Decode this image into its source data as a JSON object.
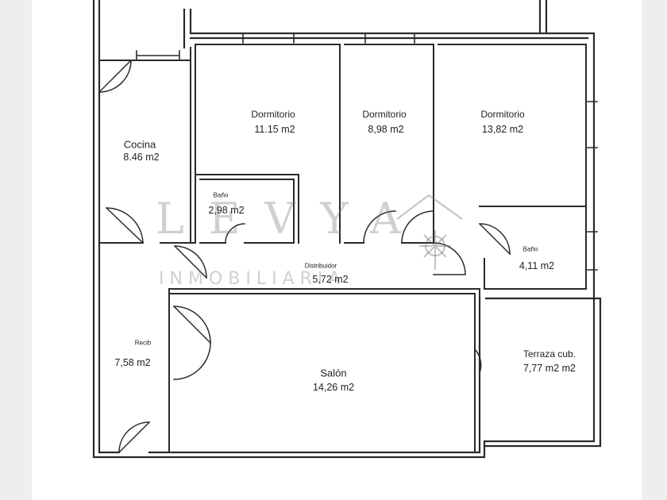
{
  "plan": {
    "rooms": [
      {
        "id": "cocina",
        "name": "Cocina",
        "area": "8.46 m2"
      },
      {
        "id": "dormitorio1",
        "name": "Dormitorio",
        "area": "11.15 m2"
      },
      {
        "id": "dormitorio2",
        "name": "Dormitorio",
        "area": "8,98 m2"
      },
      {
        "id": "dormitorio3",
        "name": "Dormitorio",
        "area": "13,82 m2"
      },
      {
        "id": "bano1",
        "name": "Baño",
        "area": "2,98 m2"
      },
      {
        "id": "bano2",
        "name": "Baño",
        "area": "4,11 m2"
      },
      {
        "id": "distribuidor",
        "name": "Distribuidor",
        "area": "5,72 m2"
      },
      {
        "id": "recib",
        "name": "Recib",
        "area": "7,58 m2"
      },
      {
        "id": "salon",
        "name": "Salón",
        "area": "14,26 m2"
      },
      {
        "id": "terraza",
        "name": "Terraza cub.",
        "area": "7,77 m2 m2"
      }
    ]
  },
  "watermark": {
    "brand": "LEVYA",
    "tagline": "INMOBILIARIA"
  },
  "colors": {
    "wall": "#2a2a2a",
    "background": "#ffffff",
    "page": "#eeeeef",
    "watermark": "#9a9a9a"
  }
}
